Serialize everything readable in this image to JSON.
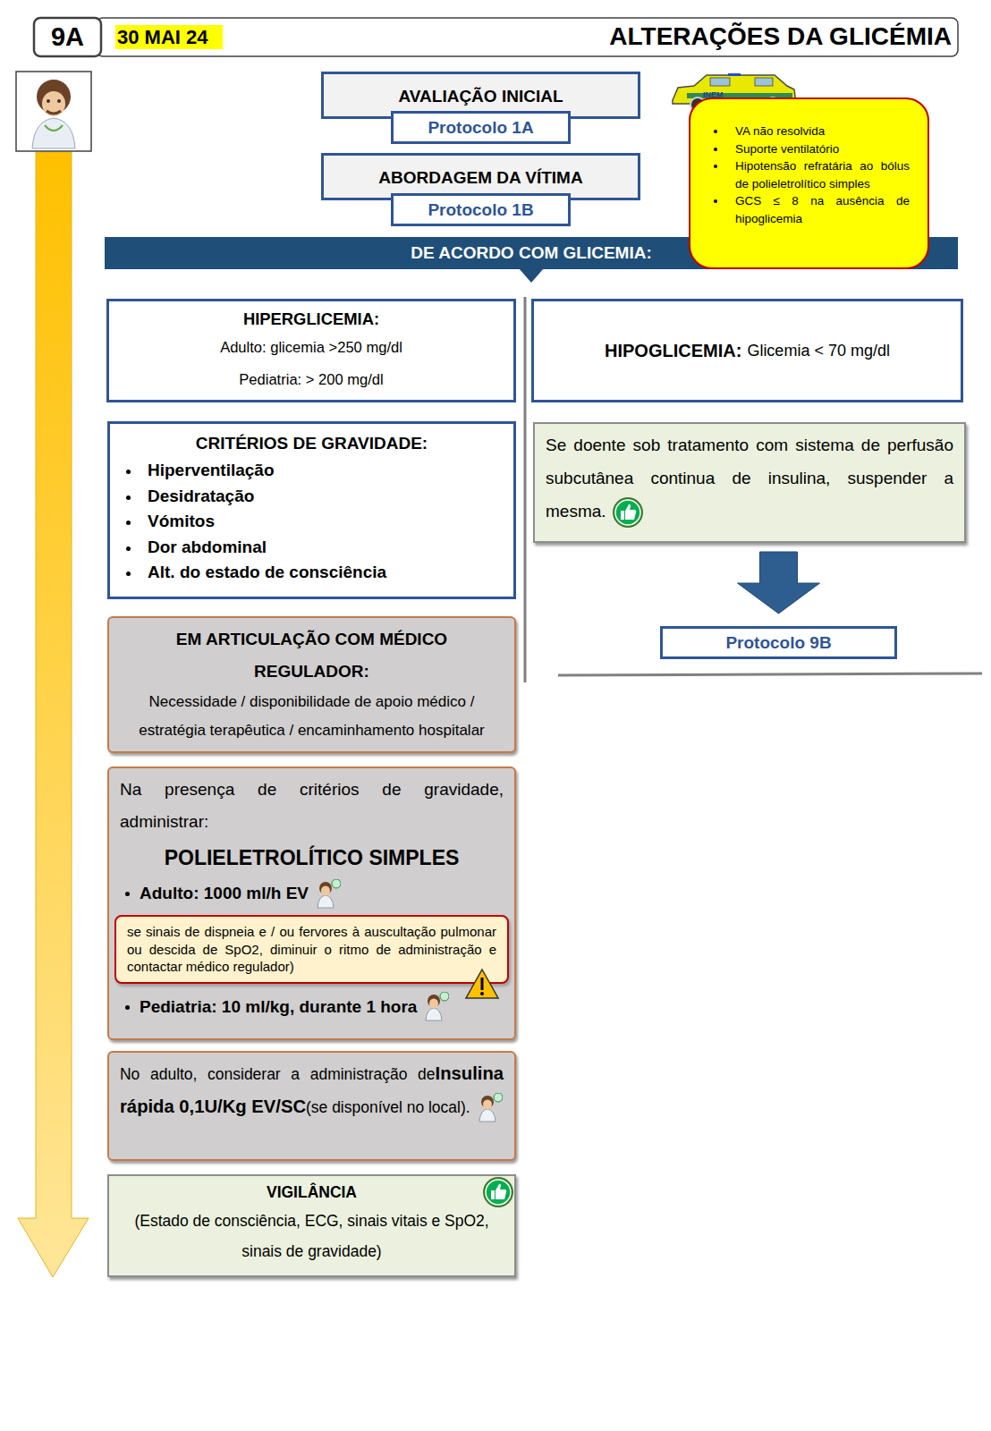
{
  "diagram": {
    "title": "ALTERAÇÕES DA GLICÉMIA",
    "nodes": [
      {
        "text": [
          "AVALIAÇÃO INICIAL"
        ]
      },
      {
        "text": [
          "Protocolo 1A"
        ],
        "in": 0
      },
      {
        "text": [
          "ABORDAGEM DA VÍTIMA"
        ]
      },
      {
        "text": [
          "Protocolo 1B"
        ],
        "in": 2
      },
      {
        "text": [
          "VA não resolvida",
          "Suporte ventilatório",
          "Hipotensão refratária ao bólus de polieletrolítico simples",
          "GCS ≤ 8 na ausência de hipoglicemia"
        ]
      },
      {
        "text": [
          "DE ACORDO COM GLICEMIA:"
        ]
      },
      {
        "text": [
          "HIPERGLICEMIA:",
          "Adulto: glicemia >250 mg/dl",
          "Pediatria: > 200 mg/dl"
        ]
      },
      {
        "text": [
          "HIPOGLICEMIA:",
          "Glicemia < 70 mg/dl"
        ]
      },
      {
        "text": [
          "CRITÉRIOS DE GRAVIDADE:",
          "Hiperventilação",
          "Desidratação",
          "Vómitos",
          "Dor abdominal",
          "Alt. do estado de consciência"
        ]
      },
      {
        "text": [
          "Se doente sob tratamento com sistema de perfusão subcutânea continua de insulina, suspender a mesma."
        ]
      },
      {
        "text": [
          "EM ARTICULAÇÃO COM MÉDICO REGULADOR:",
          "Necessidade / disponibilidade de apoio médico / estratégia terapêutica / encaminhamento hospitalar"
        ]
      },
      {
        "text": [
          "Protocolo 9B"
        ]
      },
      {
        "text": [
          "Na presença de critérios de gravidade, administrar:",
          "POLIELETROLÍTICO SIMPLES",
          "Adulto: 1000 ml/h EV",
          "Pediatria: 10 ml/kg, durante 1 hora"
        ]
      },
      {
        "text": [
          "se sinais de dispneia e / ou fervores à auscultação pulmonar ou descida de SpO2, diminuir o ritmo de administração e contactar médico regulador)"
        ],
        "in": 12
      },
      {
        "text": [
          "No adulto, considerar a administração de",
          "Insulina rápida 0,1U/Kg EV/SC",
          "(se disponível no local)."
        ]
      },
      {
        "text": [
          "VIGILÂNCIA",
          "(Estado de consciência, ECG, sinais vitais e SpO2, sinais de gravidade)"
        ]
      }
    ],
    "edges": [
      {
        "from": 9,
        "to": 11,
        "arrow": "to"
      }
    ],
    "labels": [
      "9A",
      "30 MAI 24",
      "INEM"
    ]
  }
}
